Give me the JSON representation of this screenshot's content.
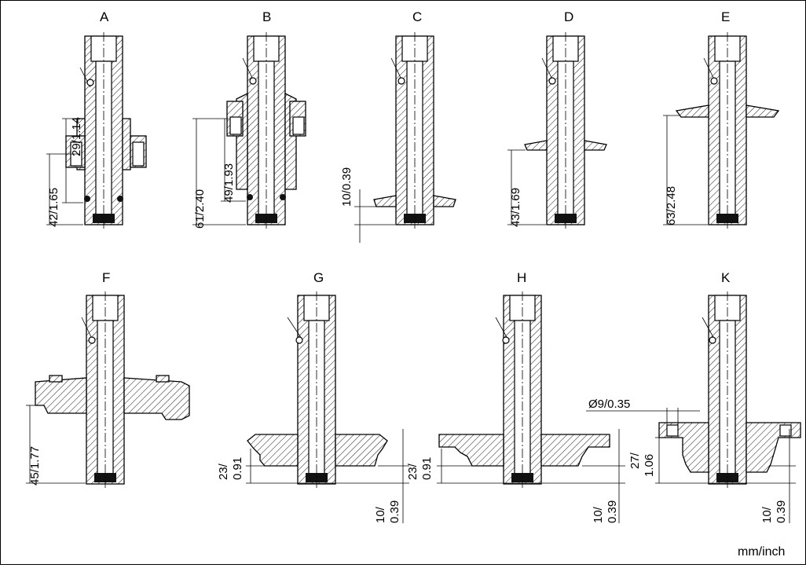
{
  "labels": [
    "A",
    "B",
    "C",
    "D",
    "E",
    "F",
    "G",
    "H",
    "K"
  ],
  "dimensions": {
    "A_upper": "29/1.14",
    "A_lower": "42/1.65",
    "B_outer": "61/2.40",
    "B_inner": "49/1.93",
    "C": "10/0.39",
    "D": "43/1.69",
    "E": "63/2.48",
    "F": "45/1.77",
    "G_a1": "23/",
    "G_a2": "0.91",
    "G_b1": "10/",
    "G_b2": "0.39",
    "H_a1": "23/",
    "H_a2": "0.91",
    "H_b1": "10/",
    "H_b2": "0.39",
    "K_dia": "Ø9/0.35",
    "K_a1": "27/",
    "K_a2": "1.06",
    "K_b1": "10/",
    "K_b2": "0.39"
  },
  "unit": "mm/inch"
}
